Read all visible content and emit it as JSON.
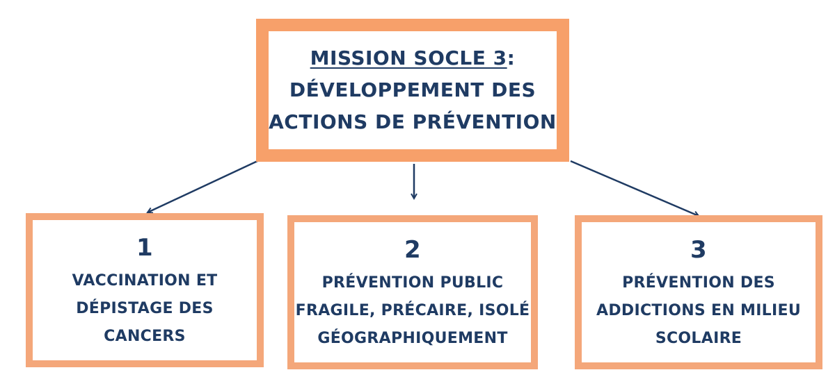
{
  "main": {
    "title": "MISSION SOCLE 3",
    "title_suffix": ":",
    "line2": "DÉVELOPPEMENT DES",
    "line3": "ACTIONS DE PRÉVENTION"
  },
  "items": [
    {
      "number": "1",
      "lines": [
        "VACCINATION ET",
        "DÉPISTAGE DES CANCERS"
      ]
    },
    {
      "number": "2",
      "lines": [
        "PRÉVENTION PUBLIC",
        "FRAGILE, PRÉCAIRE, ISOLÉ",
        "GÉOGRAPHIQUEMENT"
      ]
    },
    {
      "number": "3",
      "lines": [
        "PRÉVENTION DES",
        "ADDICTIONS EN MILIEU",
        "SCOLAIRE"
      ]
    }
  ],
  "colors": {
    "border_main": "#f7a06a",
    "border_sub": "#f4a77a",
    "text": "#1f3b63",
    "arrow": "#1f3b63"
  }
}
